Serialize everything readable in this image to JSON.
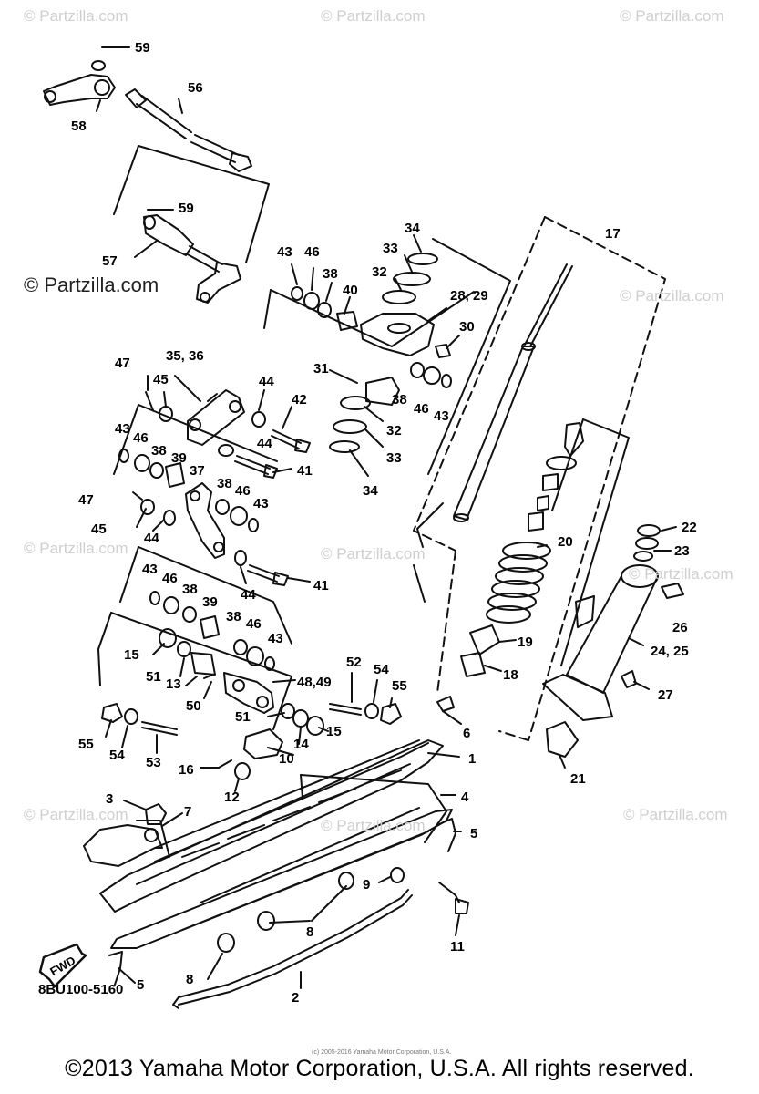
{
  "diagram": {
    "code_label": "8BU100-5160",
    "copyright": "©2013 Yamaha Motor Corporation, U.S.A. All rights reserved.",
    "tiny_copyright": "(c) 2005-2016 Yamaha Motor Corporation, U.S.A.",
    "watermark": "© Partzilla.com",
    "watermark_brand": "Partzilla.com",
    "fwd_label": "FWD"
  },
  "callouts": [
    {
      "id": "c59a",
      "text": "59"
    },
    {
      "id": "c58",
      "text": "58"
    },
    {
      "id": "c56",
      "text": "56"
    },
    {
      "id": "c59b",
      "text": "59"
    },
    {
      "id": "c57",
      "text": "57"
    },
    {
      "id": "c34a",
      "text": "34"
    },
    {
      "id": "c33a",
      "text": "33"
    },
    {
      "id": "c32a",
      "text": "32"
    },
    {
      "id": "c17",
      "text": "17"
    },
    {
      "id": "c43a",
      "text": "43"
    },
    {
      "id": "c46a",
      "text": "46"
    },
    {
      "id": "c38a",
      "text": "38"
    },
    {
      "id": "c40",
      "text": "40"
    },
    {
      "id": "c2829",
      "text": "28, 29"
    },
    {
      "id": "c30",
      "text": "30"
    },
    {
      "id": "c47a",
      "text": "47"
    },
    {
      "id": "c3536",
      "text": "35, 36"
    },
    {
      "id": "c45a",
      "text": "45"
    },
    {
      "id": "c44a",
      "text": "44"
    },
    {
      "id": "c31",
      "text": "31"
    },
    {
      "id": "c38b",
      "text": "38"
    },
    {
      "id": "c46b",
      "text": "46"
    },
    {
      "id": "c43b",
      "text": "43"
    },
    {
      "id": "c42",
      "text": "42"
    },
    {
      "id": "c32b",
      "text": "32"
    },
    {
      "id": "c44b",
      "text": "44"
    },
    {
      "id": "c33b",
      "text": "33"
    },
    {
      "id": "c43c",
      "text": "43"
    },
    {
      "id": "c46c",
      "text": "46"
    },
    {
      "id": "c38c",
      "text": "38"
    },
    {
      "id": "c39a",
      "text": "39"
    },
    {
      "id": "c37",
      "text": "37"
    },
    {
      "id": "c41a",
      "text": "41"
    },
    {
      "id": "c34b",
      "text": "34"
    },
    {
      "id": "c38d",
      "text": "38"
    },
    {
      "id": "c46d",
      "text": "46"
    },
    {
      "id": "c43d",
      "text": "43"
    },
    {
      "id": "c47b",
      "text": "47"
    },
    {
      "id": "c45b",
      "text": "45"
    },
    {
      "id": "c44c",
      "text": "44"
    },
    {
      "id": "c22",
      "text": "22"
    },
    {
      "id": "c20",
      "text": "20"
    },
    {
      "id": "c23",
      "text": "23"
    },
    {
      "id": "c43e",
      "text": "43"
    },
    {
      "id": "c46e",
      "text": "46"
    },
    {
      "id": "c38e",
      "text": "38"
    },
    {
      "id": "c44d",
      "text": "44"
    },
    {
      "id": "c41b",
      "text": "41"
    },
    {
      "id": "c39b",
      "text": "39"
    },
    {
      "id": "c26",
      "text": "26"
    },
    {
      "id": "c38f",
      "text": "38"
    },
    {
      "id": "c46f",
      "text": "46"
    },
    {
      "id": "c43f",
      "text": "43"
    },
    {
      "id": "c19",
      "text": "19"
    },
    {
      "id": "c2425",
      "text": "24, 25"
    },
    {
      "id": "c15a",
      "text": "15"
    },
    {
      "id": "c51a",
      "text": "51"
    },
    {
      "id": "c13",
      "text": "13"
    },
    {
      "id": "c52",
      "text": "52"
    },
    {
      "id": "c54a",
      "text": "54"
    },
    {
      "id": "c18",
      "text": "18"
    },
    {
      "id": "c4849",
      "text": "48,49"
    },
    {
      "id": "c55a",
      "text": "55"
    },
    {
      "id": "c50",
      "text": "50"
    },
    {
      "id": "c27",
      "text": "27"
    },
    {
      "id": "c51b",
      "text": "51"
    },
    {
      "id": "c15b",
      "text": "15"
    },
    {
      "id": "c6",
      "text": "6"
    },
    {
      "id": "c55b",
      "text": "55"
    },
    {
      "id": "c54b",
      "text": "54"
    },
    {
      "id": "c53",
      "text": "53"
    },
    {
      "id": "c14",
      "text": "14"
    },
    {
      "id": "c10",
      "text": "10"
    },
    {
      "id": "c1",
      "text": "1"
    },
    {
      "id": "c21",
      "text": "21"
    },
    {
      "id": "c16",
      "text": "16"
    },
    {
      "id": "c12",
      "text": "12"
    },
    {
      "id": "c4",
      "text": "4"
    },
    {
      "id": "c3",
      "text": "3"
    },
    {
      "id": "c7",
      "text": "7"
    },
    {
      "id": "c5a",
      "text": "5"
    },
    {
      "id": "c9",
      "text": "9"
    },
    {
      "id": "c8a",
      "text": "8"
    },
    {
      "id": "c11",
      "text": "11"
    },
    {
      "id": "c8b",
      "text": "8"
    },
    {
      "id": "c5b",
      "text": "5"
    },
    {
      "id": "c2",
      "text": "2"
    }
  ]
}
